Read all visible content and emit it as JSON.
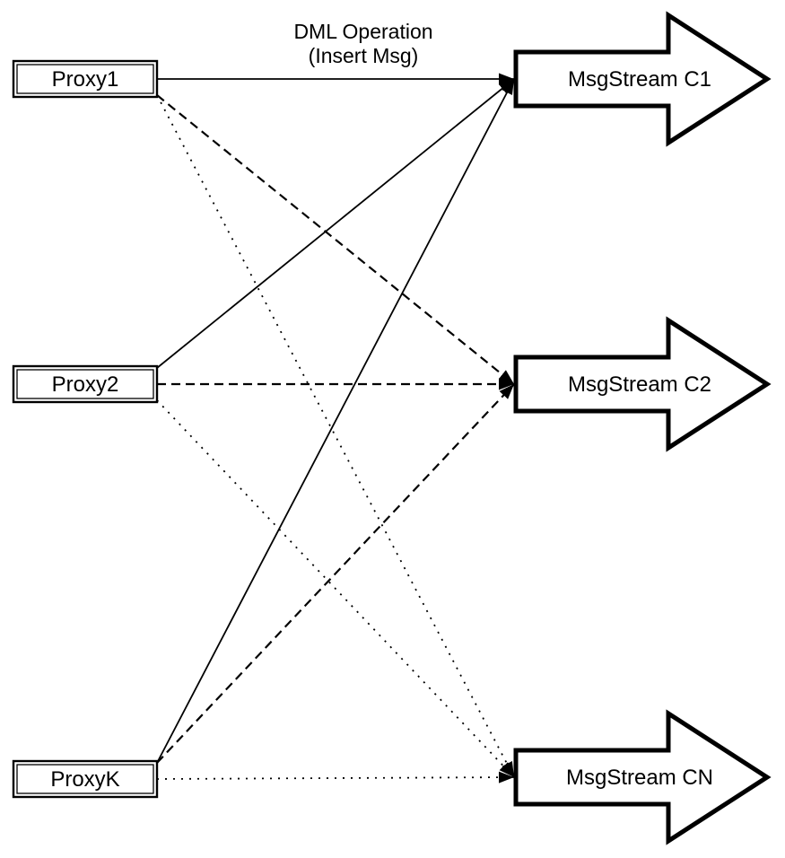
{
  "colors": {
    "stroke": "#000000",
    "fill": "#ffffff",
    "background": "#ffffff"
  },
  "edge_label": {
    "line1": "DML Operation",
    "line2": "(Insert Msg)"
  },
  "proxies": [
    {
      "id": "proxy1",
      "label": "Proxy1"
    },
    {
      "id": "proxy2",
      "label": "Proxy2"
    },
    {
      "id": "proxyk",
      "label": "ProxyK"
    }
  ],
  "streams": [
    {
      "id": "c1",
      "label": "MsgStream C1"
    },
    {
      "id": "c2",
      "label": "MsgStream C2"
    },
    {
      "id": "cn",
      "label": "MsgStream CN"
    }
  ],
  "edges": [
    {
      "from": "proxy1",
      "to": "c1",
      "style": "solid"
    },
    {
      "from": "proxy1",
      "to": "c2",
      "style": "dashed"
    },
    {
      "from": "proxy1",
      "to": "cn",
      "style": "dotted"
    },
    {
      "from": "proxy2",
      "to": "c1",
      "style": "solid"
    },
    {
      "from": "proxy2",
      "to": "c2",
      "style": "dashed"
    },
    {
      "from": "proxy2",
      "to": "cn",
      "style": "dotted"
    },
    {
      "from": "proxyk",
      "to": "c1",
      "style": "solid"
    },
    {
      "from": "proxyk",
      "to": "c2",
      "style": "dashed"
    },
    {
      "from": "proxyk",
      "to": "cn",
      "style": "dotted"
    }
  ]
}
